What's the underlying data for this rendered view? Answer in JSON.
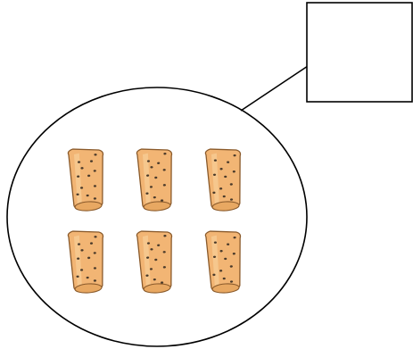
{
  "diagram": {
    "set_label_box": {
      "text": ""
    },
    "set_ellipse": {
      "item_icon": "cork-stopper-icon",
      "item_count": 6,
      "rows": 2,
      "columns": 3
    },
    "colors": {
      "outline": "#000000",
      "cork_fill": "#f2b574",
      "cork_fill_light": "#f8cf98",
      "cork_stroke": "#8a5a2b",
      "cork_spot": "#4a3a2a",
      "cork_top": "#e8a862"
    }
  }
}
